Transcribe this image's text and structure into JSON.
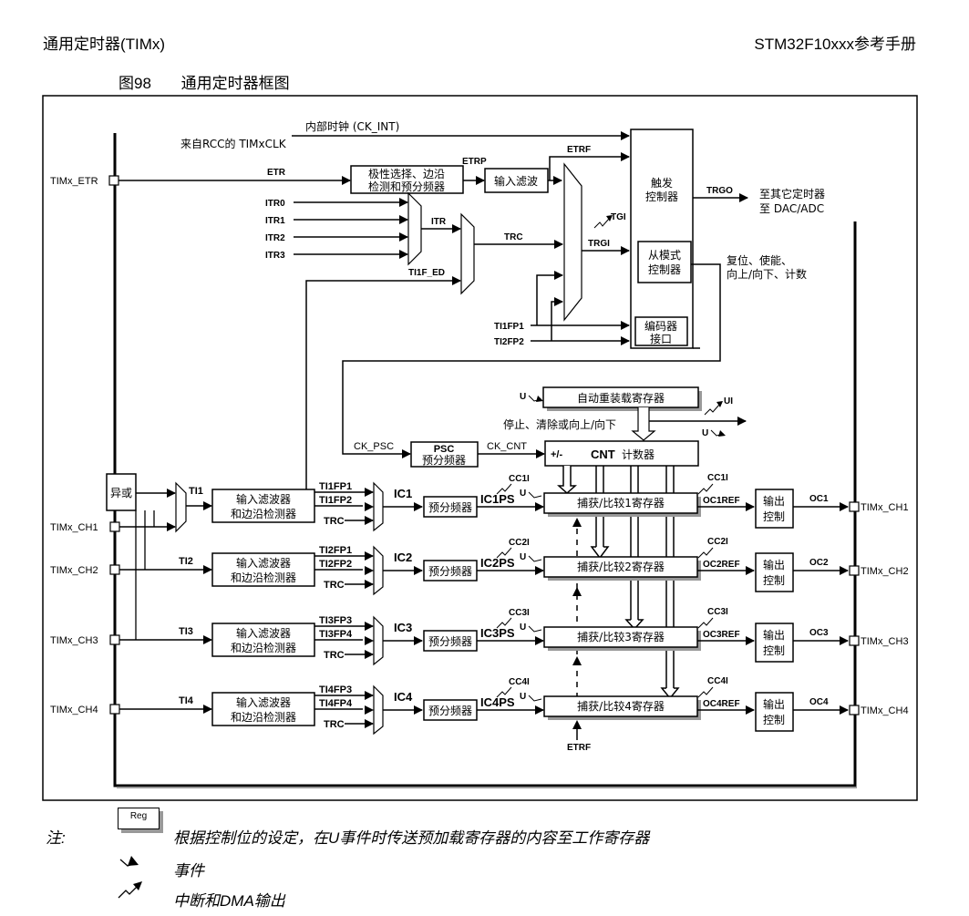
{
  "header": {
    "left": "通用定时器(TIMx)",
    "right": "STM32F10xxx参考手册"
  },
  "figure": {
    "number": "图98",
    "title": "通用定时器框图"
  },
  "pins": {
    "etr": "TIMx_ETR",
    "ch_in": [
      "TIMx_CH1",
      "TIMx_CH2",
      "TIMx_CH3",
      "TIMx_CH4"
    ],
    "ch_out": [
      "TIMx_CH1",
      "TIMx_CH2",
      "TIMx_CH3",
      "TIMx_CH4"
    ]
  },
  "clock": {
    "internal_clock": "内部时钟 (CK_INT)",
    "rcc_clock": "来自RCC的 TIMxCLK"
  },
  "trigger": {
    "etr": "ETR",
    "etrp": "ETRP",
    "etrf": "ETRF",
    "polarity_block": [
      "极性选择、边沿",
      "检测和预分频器"
    ],
    "input_filter": "输入滤波",
    "itr_inputs": [
      "ITR0",
      "ITR1",
      "ITR2",
      "ITR3"
    ],
    "itr": "ITR",
    "ti1f_ed": "TI1F_ED",
    "trc": "TRC",
    "tgi": "TGI",
    "trgi": "TRGI",
    "ti1fp1": "TI1FP1",
    "ti2fp2": "TI2FP2",
    "trigger_controller": [
      "触发",
      "控制器"
    ],
    "slave_controller": [
      "从模式",
      "控制器"
    ],
    "encoder": [
      "编码器",
      "接口"
    ],
    "trgo": "TRGO",
    "trgo_dest": [
      "至其它定时器",
      "至 DAC/ADC"
    ],
    "slave_actions": [
      "复位、使能、",
      "向上/向下、计数"
    ]
  },
  "counter": {
    "auto_reload": "自动重装载寄存器",
    "stop_clear": "停止、清除或向上/向下",
    "ck_psc": "CK_PSC",
    "psc": "PSC",
    "psc_sub": "预分频器",
    "ck_cnt": "CK_CNT",
    "cnt_sign": "+/-",
    "cnt": "CNT",
    "cnt_sub": "计数器",
    "u": "U",
    "ui": "UI"
  },
  "input_stage": {
    "xor": "异或",
    "filter_block": [
      "输入滤波器",
      "和边沿检测器"
    ],
    "channels": [
      {
        "ti": "TI1",
        "fp_a": "TI1FP1",
        "fp_b": "TI1FP2",
        "ic": "IC1",
        "icps": "IC1PS",
        "cci": "CC1I",
        "reg": "捕获/比较1寄存器",
        "ocref": "OC1REF",
        "oc": "OC1",
        "cci_out": "CC1I"
      },
      {
        "ti": "TI2",
        "fp_a": "TI2FP1",
        "fp_b": "TI2FP2",
        "ic": "IC2",
        "icps": "IC2PS",
        "cci": "CC2I",
        "reg": "捕获/比较2寄存器",
        "ocref": "OC2REF",
        "oc": "OC2",
        "cci_out": "CC2I"
      },
      {
        "ti": "TI3",
        "fp_a": "TI3FP3",
        "fp_b": "TI3FP4",
        "ic": "IC3",
        "icps": "IC3PS",
        "cci": "CC3I",
        "reg": "捕获/比较3寄存器",
        "ocref": "OC3REF",
        "oc": "OC3",
        "cci_out": "CC3I"
      },
      {
        "ti": "TI4",
        "fp_a": "TI4FP3",
        "fp_b": "TI4FP4",
        "ic": "IC4",
        "icps": "IC4PS",
        "cci": "CC4I",
        "reg": "捕获/比较4寄存器",
        "ocref": "OC4REF",
        "oc": "OC4",
        "cci_out": "CC4I"
      }
    ],
    "trc": "TRC",
    "prescaler": "预分频器",
    "output_control": [
      "输出",
      "控制"
    ],
    "etrf": "ETRF"
  },
  "notes": {
    "label": "注:",
    "reg_key": "Reg",
    "reg_desc": "根据控制位的设定，在U事件时传送预加载寄存器的内容至工作寄存器",
    "event_desc": "事件",
    "interrupt_desc": "中断和DMA输出"
  }
}
